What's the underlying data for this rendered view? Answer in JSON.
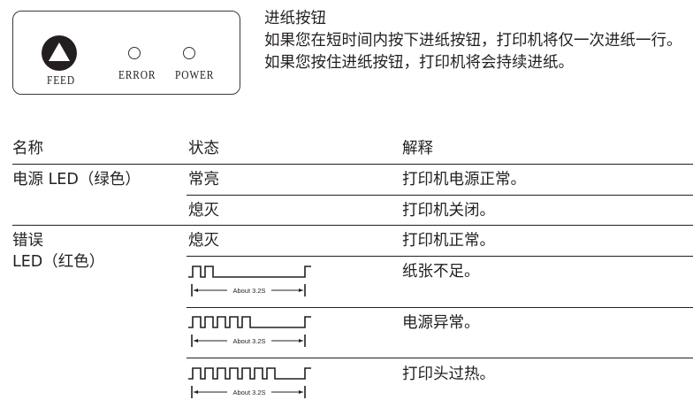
{
  "panel": {
    "feed_label": "FEED",
    "error_label": "ERROR",
    "power_label": "POWER",
    "feed_icon": "triangle-up-icon"
  },
  "description": {
    "title": "进纸按钮",
    "body": "如果您在短时间内按下进纸按钮，打印机将仅一次进纸一行。如果您按住进纸按钮，打印机将会持续进纸。"
  },
  "table": {
    "headers": [
      "名称",
      "状态",
      "解释"
    ],
    "groups": [
      {
        "name": "电源 LED（绿色）",
        "rows": [
          {
            "status": "常亮",
            "explanation": "打印机电源正常。"
          },
          {
            "status": "熄灭",
            "explanation": "打印机关闭。"
          }
        ]
      },
      {
        "name_line1": "错误",
        "name_line2": "LED（红色）",
        "rows": [
          {
            "status": "熄灭",
            "explanation": "打印机正常。"
          },
          {
            "status_wave": {
              "pulses": 2,
              "label": "About 3.2S"
            },
            "explanation": "纸张不足。"
          },
          {
            "status_wave": {
              "pulses": 5,
              "label": "About 3.2S"
            },
            "explanation": "电源异常。"
          },
          {
            "status_wave": {
              "pulses": 7,
              "label": "About 3.2S"
            },
            "explanation": "打印头过热。"
          }
        ]
      }
    ]
  },
  "colors": {
    "text": "#231f20",
    "rule": "#231f20",
    "background": "#ffffff"
  }
}
